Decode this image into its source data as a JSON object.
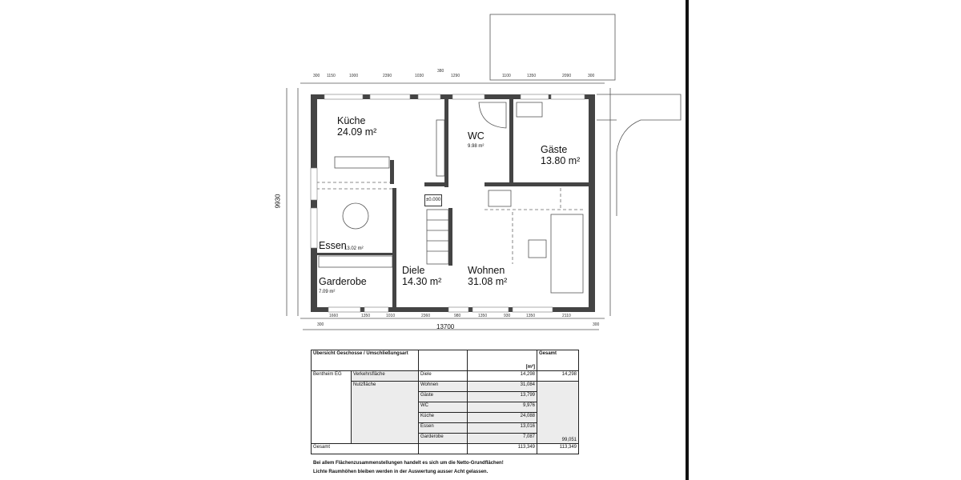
{
  "plan": {
    "rooms": [
      {
        "name": "Küche",
        "area": "24.09 m²"
      },
      {
        "name": "WC",
        "area": "9.98 m²"
      },
      {
        "name": "Gäste",
        "area": "13.80 m²"
      },
      {
        "name": "Essen",
        "area": "13.02 m²"
      },
      {
        "name": "Diele",
        "area": "14.30 m²"
      },
      {
        "name": "Garderobe",
        "area": "7.09 m²"
      },
      {
        "name": "Wohnen",
        "area": "31.08 m²"
      }
    ],
    "level_mark": "±0.000",
    "total_width": "13700",
    "total_depth": "9930",
    "top_dims": [
      "300",
      "1150",
      "1000",
      "2390",
      "1030",
      "380",
      "1290",
      "1100",
      "1350",
      "2090",
      "300"
    ],
    "bottom_dims": [
      "1660",
      "1350",
      "1010",
      "2360",
      "980",
      "1350",
      "930",
      "1350",
      "2110"
    ],
    "bottom_offsets": [
      "300",
      "300"
    ]
  },
  "table": {
    "header": {
      "col1": "Übersicht Geschosse / Umschließungsart",
      "unit": "[m²]",
      "total": "Gesamt"
    },
    "floor": "Bentheim EG",
    "groups": [
      {
        "name": "Verkehrsfläche",
        "total": "14,298"
      },
      {
        "name": "Nutzfläche",
        "total": "99,051"
      }
    ],
    "rows": [
      {
        "room": "Diele",
        "value": "14,298"
      },
      {
        "room": "Wohnen",
        "value": "31,084"
      },
      {
        "room": "Gäste",
        "value": "13,799"
      },
      {
        "room": "WC",
        "value": "9,976"
      },
      {
        "room": "Küche",
        "value": "24,088"
      },
      {
        "room": "Essen",
        "value": "13,016"
      },
      {
        "room": "Garderobe",
        "value": "7,087"
      }
    ],
    "total_label": "Gesamt",
    "total_value": "113,349",
    "total_total": "113,349"
  },
  "notes": [
    "Bei allem Flächenzusammenstellungen handelt es sich um die Netto-Grundflächen!",
    "Lichte Raumhöhen bleiben werden in der Auswertung ausser Acht gelassen."
  ]
}
